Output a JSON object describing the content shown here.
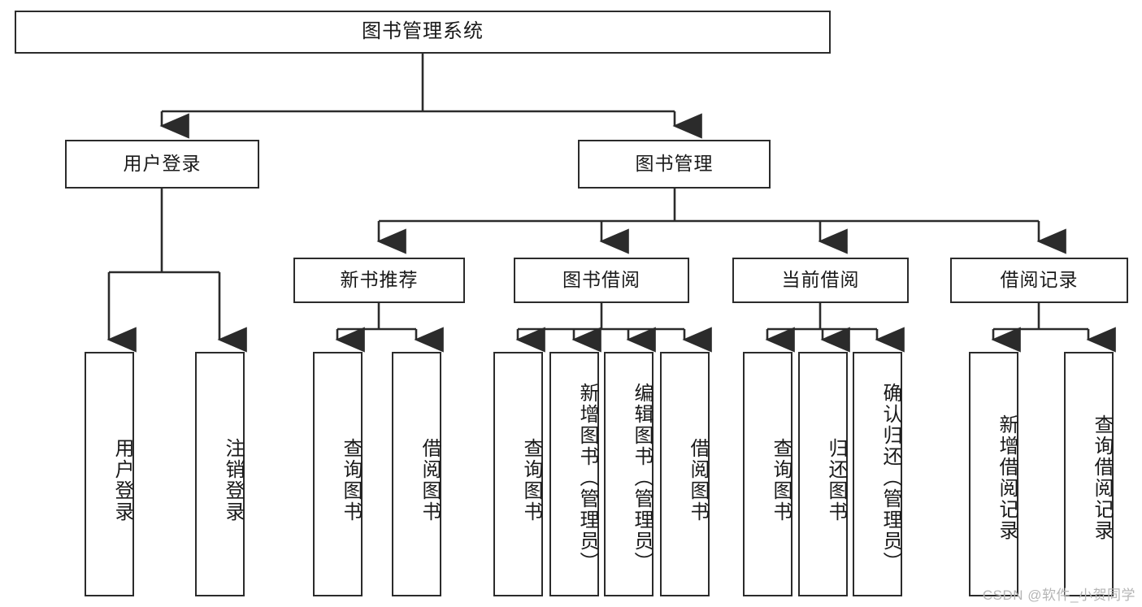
{
  "diagram": {
    "title": "图书管理系统",
    "watermark": "CSDN @软件_小贺同学",
    "accent_color": "#2b2b2b",
    "background_color": "#ffffff",
    "root": {
      "label": "图书管理系统"
    },
    "level2": [
      {
        "label": "用户登录"
      },
      {
        "label": "图书管理"
      }
    ],
    "level3": [
      {
        "label": "新书推荐"
      },
      {
        "label": "图书借阅"
      },
      {
        "label": "当前借阅"
      },
      {
        "label": "借阅记录"
      }
    ],
    "leaves": {
      "user_login": [
        {
          "label": "用户登录"
        },
        {
          "label": "注销登录"
        }
      ],
      "new_book_recommend": [
        {
          "label": "查询图书"
        },
        {
          "label": "借阅图书"
        }
      ],
      "book_borrow": [
        {
          "label": "查询图书"
        },
        {
          "label": "新增图书（管理员）"
        },
        {
          "label": "编辑图书（管理员）"
        },
        {
          "label": "借阅图书"
        }
      ],
      "current_borrow": [
        {
          "label": "查询图书"
        },
        {
          "label": "归还图书"
        },
        {
          "label": "确认归还（管理员）"
        }
      ],
      "borrow_record": [
        {
          "label": "新增借阅记录"
        },
        {
          "label": "查询借阅记录"
        }
      ]
    }
  }
}
